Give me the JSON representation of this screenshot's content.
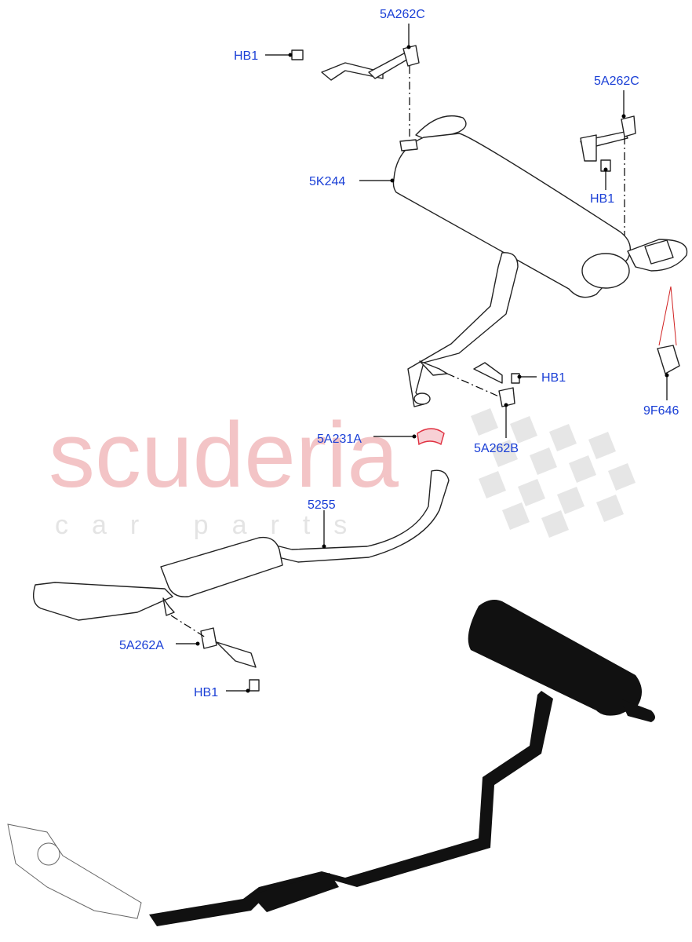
{
  "watermark": {
    "brand": "scuderia",
    "tagline": "car parts"
  },
  "callouts": {
    "hb1_top_left": "HB1",
    "bracket_top": "5A262C",
    "bracket_right": "5A262C",
    "hb1_right_upper": "HB1",
    "rear_muffler": "5K244",
    "hb1_mid": "HB1",
    "bracket_mid": "5A262B",
    "clamp": "5A231A",
    "actuator": "9F646",
    "intermediate_pipe": "5255",
    "bracket_front": "5A262A",
    "hb1_bottom": "HB1"
  },
  "colors": {
    "callout_text": "#1a3fd6",
    "watermark_red": "#f3c4c6",
    "watermark_grey": "#e4e4e4",
    "clamp_highlight": "#e03040",
    "actuator_lead": "#d02020",
    "thumbnail_fill": "#111111"
  }
}
